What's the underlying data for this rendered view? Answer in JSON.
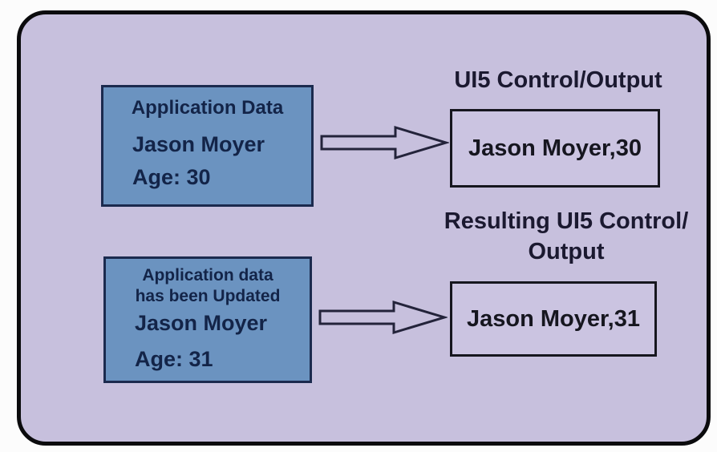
{
  "colors": {
    "frame_background": "#c7c0dd",
    "frame_border": "#0b0b0d",
    "data_box_background": "#6b93c0",
    "data_box_border": "#1b2a4e",
    "data_box_text": "#132448",
    "heading_text": "#1b1930",
    "output_box_border": "#16161e",
    "output_box_text": "#16161f",
    "arrow_outline": "#23233a"
  },
  "diagram": {
    "top_flow": {
      "source": {
        "title": "Application Data",
        "name": "Jason Moyer",
        "age": "Age: 30"
      },
      "heading": "UI5 Control/Output",
      "output": "Jason Moyer,30",
      "arrow": "right-block-arrow"
    },
    "bottom_flow": {
      "source": {
        "title_line1": "Application data",
        "title_line2": "has been Updated",
        "name": "Jason Moyer",
        "age": "Age: 31"
      },
      "heading_line1": "Resulting UI5 Control/",
      "heading_line2": "Output",
      "output": "Jason Moyer,31",
      "arrow": "right-block-arrow"
    }
  }
}
